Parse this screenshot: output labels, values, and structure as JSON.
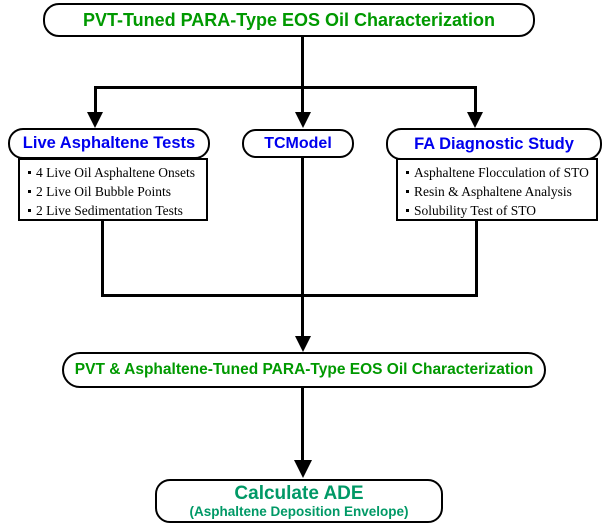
{
  "flowchart": {
    "root": {
      "label": "PVT-Tuned PARA-Type EOS Oil Characterization"
    },
    "branches": [
      {
        "label": "Live Asphaltene Tests",
        "items": [
          "4 Live Oil Asphaltene Onsets",
          "2 Live Oil Bubble Points",
          "2 Live Sedimentation Tests"
        ]
      },
      {
        "label": "TCModel",
        "items": []
      },
      {
        "label": "FA Diagnostic Study",
        "items": [
          "Asphaltene Flocculation of STO",
          "Resin & Asphaltene Analysis",
          "Solubility Test of STO"
        ]
      }
    ],
    "merge": {
      "label": "PVT & Asphaltene-Tuned PARA-Type EOS Oil Characterization"
    },
    "result": {
      "label": "Calculate ADE",
      "sublabel": "(Asphaltene Deposition Envelope)"
    },
    "colors": {
      "title_green": "#009900",
      "result_green": "#009966",
      "branch_blue": "#0000EE",
      "line_black": "#000000"
    }
  }
}
